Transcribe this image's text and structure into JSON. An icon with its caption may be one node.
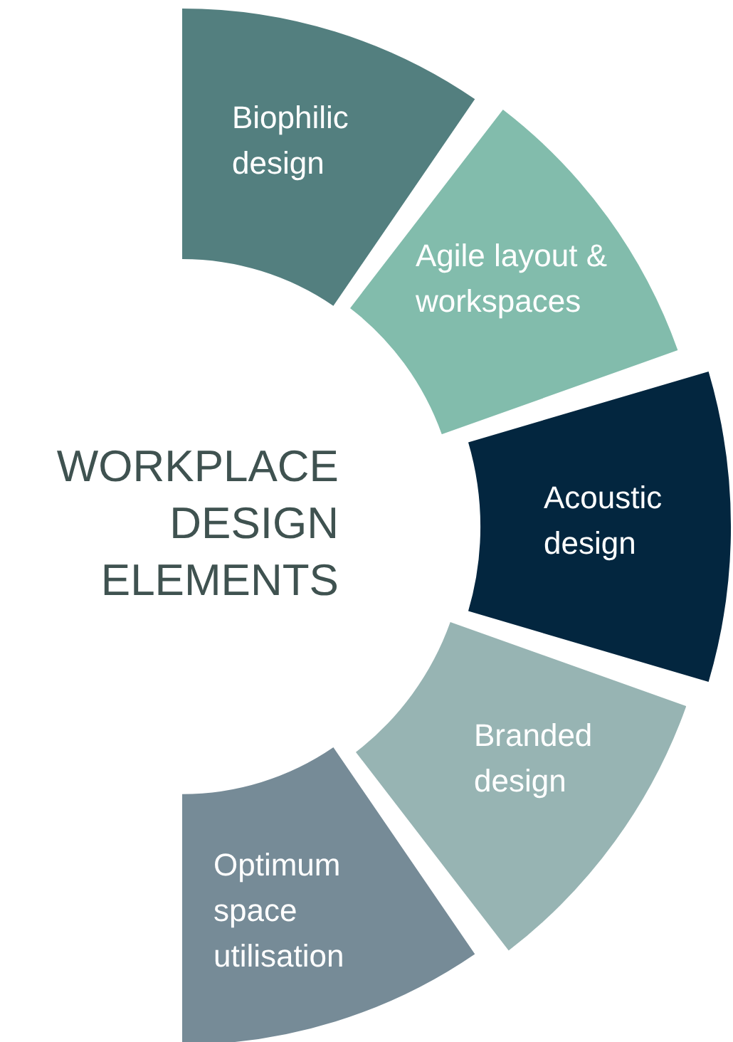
{
  "diagram": {
    "title": "WORKPLACE DESIGN ELEMENTS",
    "nodes": [
      {
        "text": [
          "Biophilic design"
        ]
      },
      {
        "text": [
          "Agile layout & workspaces"
        ]
      },
      {
        "text": [
          "Acoustic design"
        ]
      },
      {
        "text": [
          "Branded design"
        ]
      },
      {
        "text": [
          "Optimum space utilisation"
        ]
      }
    ]
  }
}
